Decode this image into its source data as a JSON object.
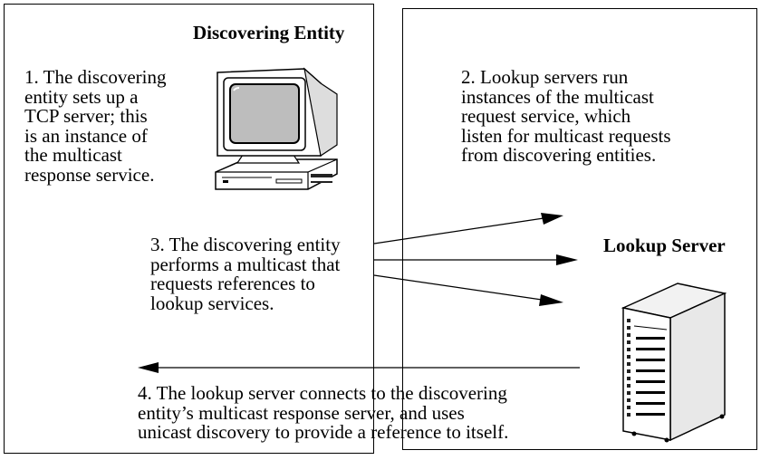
{
  "left_box": {
    "title": "Discovering Entity",
    "step1_lines": [
      "1. The discovering",
      "entity sets up a",
      "TCP server; this",
      "is an instance of",
      "the multicast",
      "response service."
    ],
    "step3_lines": [
      "3. The discovering entity",
      "performs a multicast that",
      "requests references to",
      "lookup services."
    ]
  },
  "right_box": {
    "title": "Lookup Server",
    "step2_lines": [
      "2. Lookup servers run",
      "instances of the multicast",
      "request service, which",
      "listen for multicast requests",
      "from discovering entities."
    ]
  },
  "bottom": {
    "step4_lines": [
      "4. The lookup server connects to the discovering",
      "entity’s multicast response server, and uses",
      "unicast discovery to provide a reference to itself."
    ]
  },
  "icons": {
    "computer": "desktop-computer-icon",
    "server": "tower-server-icon"
  }
}
